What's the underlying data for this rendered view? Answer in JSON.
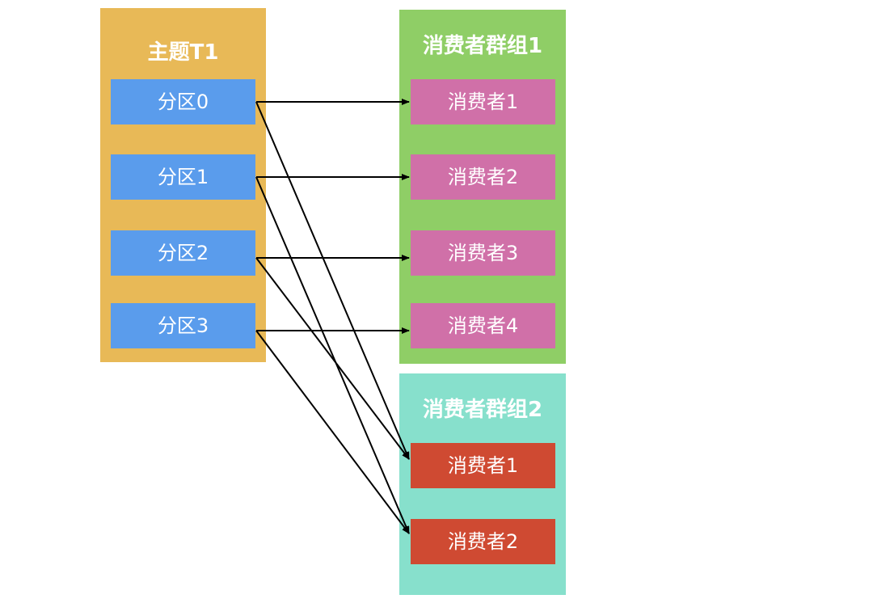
{
  "topic": {
    "title": "主题T1",
    "partitions": [
      "分区0",
      "分区1",
      "分区2",
      "分区3"
    ]
  },
  "group1": {
    "title": "消费者群组1",
    "consumers": [
      "消费者1",
      "消费者2",
      "消费者3",
      "消费者4"
    ]
  },
  "group2": {
    "title": "消费者群组2",
    "consumers": [
      "消费者1",
      "消费者2"
    ]
  },
  "colors": {
    "topic_bg": "#e8b957",
    "partition": "#5a9cec",
    "group1_bg": "#8fce66",
    "group1_consumer": "#d070a8",
    "group2_bg": "#87e0cc",
    "group2_consumer": "#cf4a32",
    "arrow": "#000000"
  }
}
